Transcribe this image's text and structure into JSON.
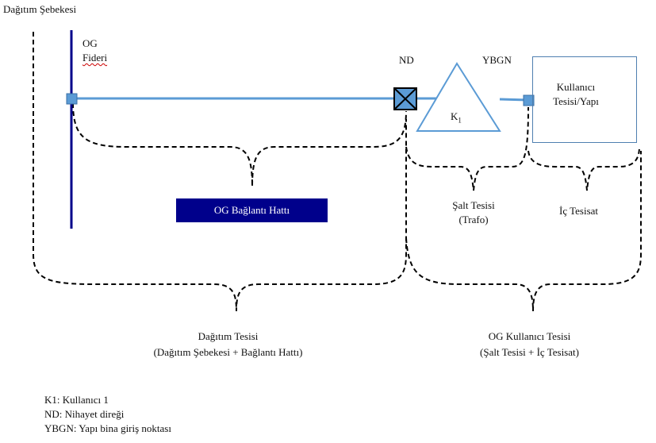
{
  "title": "Dağıtım Şebekesi",
  "og_fideri": {
    "line1": "OG",
    "line2": "Fideri"
  },
  "nd": "ND",
  "ybgn": "YBGN",
  "trafo": {
    "label": "K",
    "sub": "1"
  },
  "kullanici": {
    "line1": "Kullanıcı",
    "line2": "Tesisi/Yapı"
  },
  "og_baglanti_hatti": "OG Bağlantı Hattı",
  "salt_tesisi": {
    "line1": "Şalt Tesisi",
    "line2": "(Trafo)"
  },
  "ic_tesisat": "İç Tesisat",
  "dagitim_tesisi": {
    "line1": "Dağıtım Tesisi",
    "line2": "(Dağıtım Şebekesi + Bağlantı Hattı)"
  },
  "og_kullanici_tesisi": {
    "line1": "OG Kullanıcı Tesisi",
    "line2": "(Şalt Tesisi + İç Tesisat)"
  },
  "legend": [
    "K1: Kullanıcı 1",
    "ND: Nihayet direği",
    "YBGN: Yapı bina giriş noktası"
  ],
  "colors": {
    "line": "#5b9bd5",
    "busbar": "#00008b",
    "node": "#5b9bd5",
    "box_fill": "#00008b"
  }
}
